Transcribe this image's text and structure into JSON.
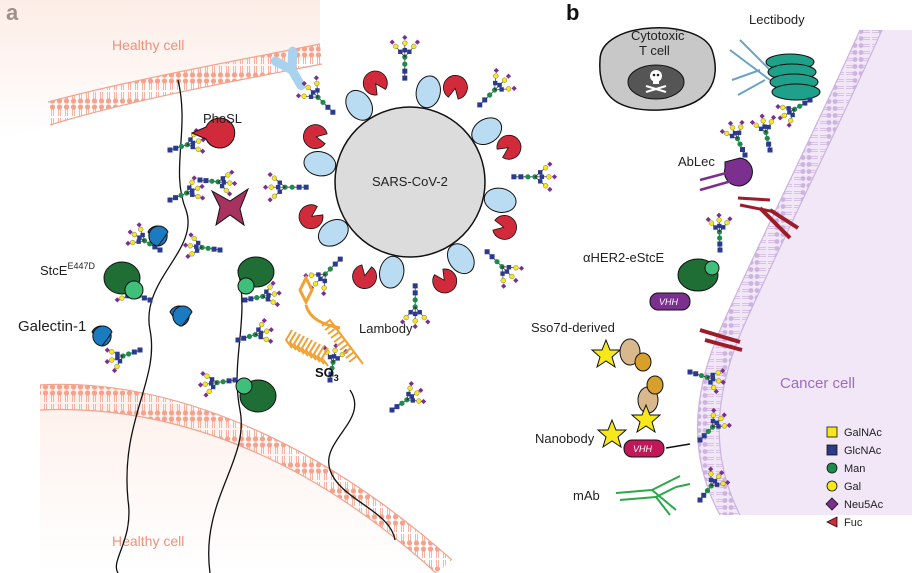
{
  "panels": {
    "a": "a",
    "b": "b"
  },
  "panel_a": {
    "healthy_cell_top": "Healthy cell",
    "healthy_cell_bottom": "Healthy cell",
    "phosl": "PhoSL",
    "stce_base": "StcE",
    "stce_sup": "E447D",
    "galectin": "Galectin-1",
    "sars": "SARS-CoV-2",
    "lambody": "Lambody",
    "so3_base": "SO",
    "so3_sub": "3"
  },
  "panel_b": {
    "tcell_line1": "Cytotoxic",
    "tcell_line2": "T cell",
    "lectibody": "Lectibody",
    "ablec": "AbLec",
    "aher2": "αHER2-eStcE",
    "vhh": "VHH",
    "sso7d": "Sso7d-derived",
    "nanobody": "Nanobody",
    "vhh2": "VHH",
    "mab": "mAb",
    "cancer_cell": "Cancer cell"
  },
  "legend": {
    "items": [
      {
        "label": "GalNAc",
        "shape": "square",
        "color": "#f6e81a"
      },
      {
        "label": "GlcNAc",
        "shape": "square",
        "color": "#2b3a8c"
      },
      {
        "label": "Man",
        "shape": "circle",
        "color": "#1e8a4c"
      },
      {
        "label": "Gal",
        "shape": "circle",
        "color": "#f6e81a"
      },
      {
        "label": "Neu5Ac",
        "shape": "diamond",
        "color": "#7b2f8e"
      },
      {
        "label": "Fuc",
        "shape": "triangle",
        "color": "#d12a3a"
      }
    ]
  },
  "colors": {
    "membrane_healthy": "#f4a28c",
    "membrane_cancer": "#d9c4e6",
    "lectin_red": "#d12a3a",
    "spike_blue": "#b9dcf2",
    "galectin_blue": "#1b7bc0",
    "stce_green": "#1e6e36",
    "lambody_orange": "#f2a233",
    "teal": "#1fa08a",
    "dark_red": "#9c1c2a",
    "purple": "#7b2f8e",
    "tan": "#d9b98c",
    "yellow_star": "#f6e81a",
    "mab_green": "#2aa84a"
  }
}
